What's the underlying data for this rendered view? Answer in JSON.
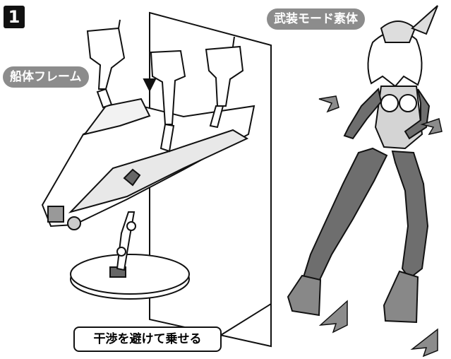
{
  "step": {
    "number": "1"
  },
  "labels": {
    "frame": "船体フレーム",
    "armed": "武装モード素体",
    "callout": "干渉を避けて乗せる"
  },
  "colors": {
    "badge_bg": "#111111",
    "pill_bg": "#8c8c8c",
    "figure_dark": "#6e6e6e",
    "figure_light": "#d4d4d4",
    "arrow_gray": "#8c8c8c",
    "line": "#111111"
  },
  "icons": [
    "down-arrow-icon",
    "diagonal-arrow-icon"
  ]
}
